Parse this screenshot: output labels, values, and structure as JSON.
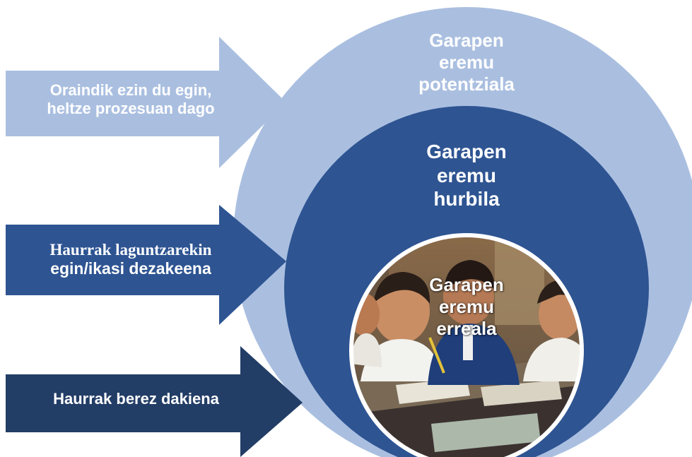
{
  "arrows": [
    {
      "label_line1": "Oraindik ezin du egin,",
      "label_line2": "heltze prozesuan dago"
    },
    {
      "label_line1": "Haurrak laguntzarekin",
      "label_line2": "egin/ikasi dezakeena"
    },
    {
      "label_line1": "Haurrak berez dakiena",
      "label_line2": ""
    }
  ],
  "circles": {
    "outer": {
      "line1": "Garapen",
      "line2": "eremu",
      "line3": "potentziala"
    },
    "middle": {
      "line1": "Garapen",
      "line2": "eremu",
      "line3": "hurbila"
    },
    "inner": {
      "line1": "Garapen",
      "line2": "eremu",
      "line3": "erreala"
    }
  },
  "colors": {
    "light": "#aabfe0",
    "medium": "#2e5492",
    "dark": "#223d66",
    "text": "#ffffff"
  },
  "inner_image": "classroom-students-photo"
}
